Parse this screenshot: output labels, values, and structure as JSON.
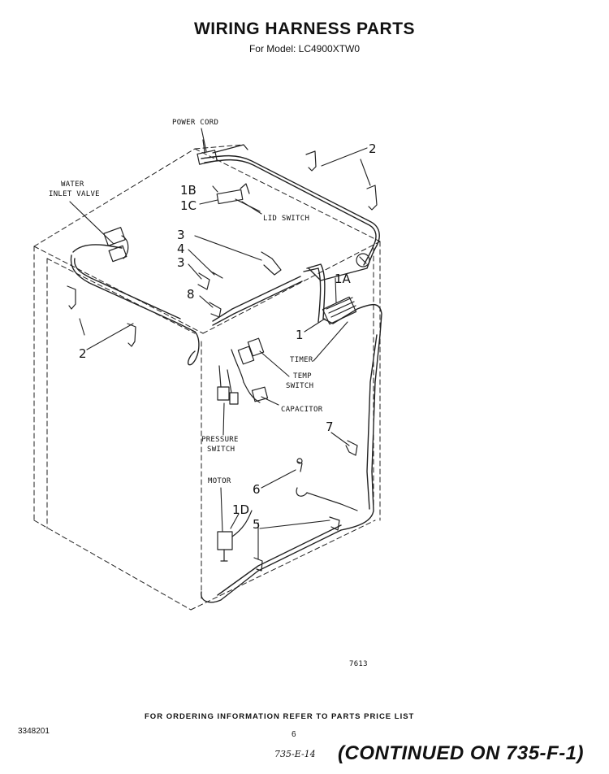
{
  "header": {
    "title": "WIRING HARNESS PARTS",
    "subtitle": "For Model: LC4900XTW0"
  },
  "labels": {
    "power_cord": "POWER CORD",
    "water_inlet_valve_1": "WATER",
    "water_inlet_valve_2": "INLET VALVE",
    "lid_switch": "LID SWITCH",
    "timer": "TIMER",
    "temp_switch_1": "TEMP",
    "temp_switch_2": "SWITCH",
    "capacitor": "CAPACITOR",
    "pressure_switch_1": "PRESSURE",
    "pressure_switch_2": "SWITCH",
    "motor": "MOTOR"
  },
  "callouts": {
    "n1b": "1B",
    "n1c": "1C",
    "n1a": "1A",
    "n1d": "1D",
    "n1": "1",
    "n2_top": "2",
    "n2_left": "2",
    "n3_a": "3",
    "n3_b": "3",
    "n4": "4",
    "n5": "5",
    "n6": "6",
    "n7": "7",
    "n8": "8"
  },
  "figure_number": "7613",
  "footer": {
    "ordering_info": "FOR ORDERING INFORMATION REFER TO PARTS PRICE LIST",
    "doc_number": "3348201",
    "page_number": "6",
    "handwritten_ref": "735-E-14",
    "continued": "(CONTINUED ON 735-F-1)"
  }
}
